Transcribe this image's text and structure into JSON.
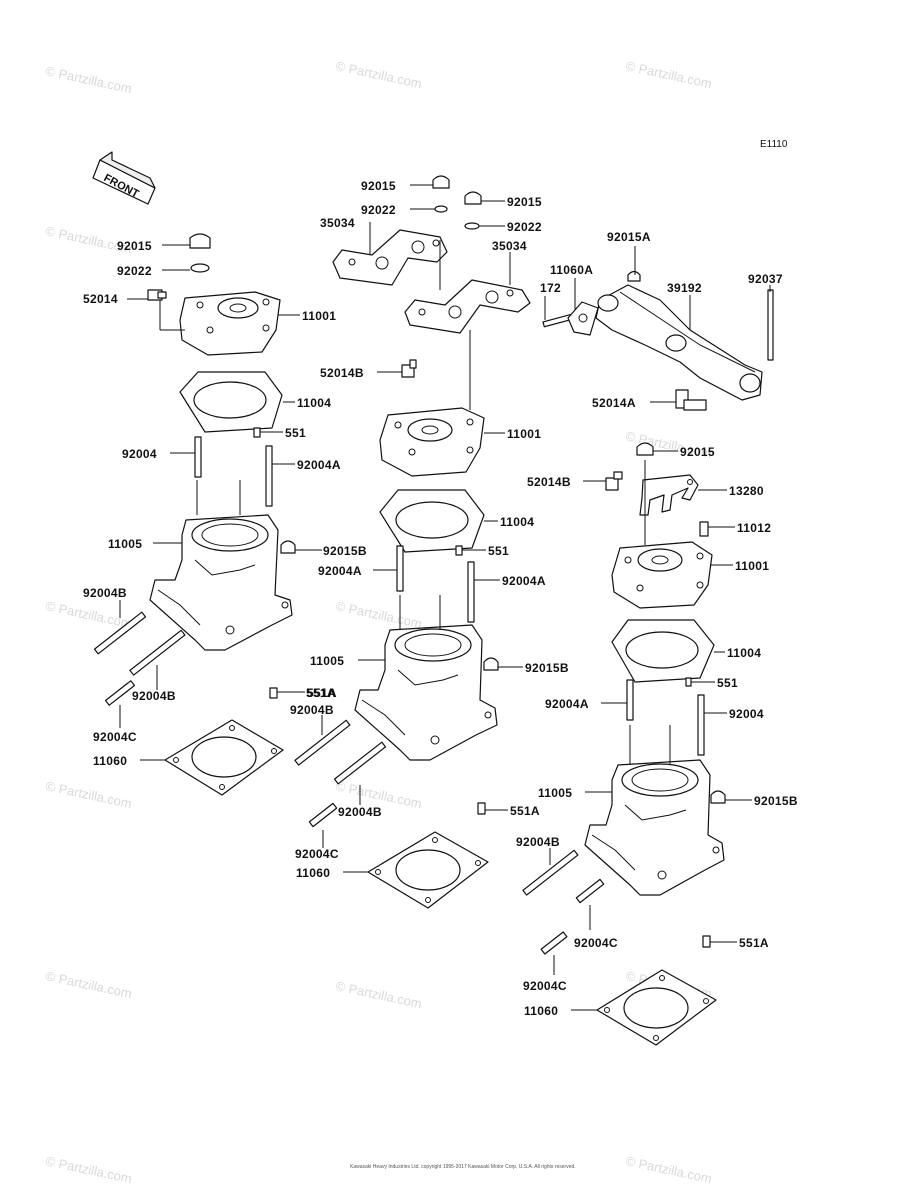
{
  "diagram_code": "E1110",
  "front_label": "FRONT",
  "watermark": "© Partzilla.com",
  "copyright_text": "Kawasaki Heavy Industries Ltd. copyright 1995-2017 Kawasaki Motor Corp. U.S.A. All rights reserved.",
  "labels": {
    "a_92015": "92015",
    "a_92022": "92022",
    "a_52014": "52014",
    "a_11001": "11001",
    "a_11004": "11004",
    "a_551": "551",
    "a_92004": "92004",
    "a_92004A": "92004A",
    "a_11005": "11005",
    "a_92015B": "92015B",
    "a_92004B_1": "92004B",
    "a_92004B_2": "92004B",
    "a_92004C": "92004C",
    "a_551A": "551A",
    "a_11060": "11060",
    "b_92015_l": "92015",
    "b_92015_r": "92015",
    "b_92022_l": "92022",
    "b_92022_r": "92022",
    "b_35034_l": "35034",
    "b_35034_r": "35034",
    "b_52014B": "52014B",
    "b_11001": "11001",
    "b_11004": "11004",
    "b_551": "551",
    "b_92004A_l": "92004A",
    "b_92004A_r": "92004A",
    "b_11005": "11005",
    "b_92015B": "92015B",
    "b_551A_1": "551A",
    "b_92004B_1": "92004B",
    "b_92004B_2": "92004B",
    "b_92004C": "92004C",
    "b_551A_2": "551A",
    "b_11060": "11060",
    "c_92015A": "92015A",
    "c_11060A": "11060A",
    "c_172": "172",
    "c_39192": "39192",
    "c_92037": "92037",
    "c_52014A": "52014A",
    "d_52014B": "52014B",
    "d_92015": "92015",
    "d_13280": "13280",
    "d_11012": "11012",
    "d_11001": "11001",
    "d_11004": "11004",
    "d_92004A": "92004A",
    "d_551": "551",
    "d_92004": "92004",
    "d_11005": "11005",
    "d_92015B": "92015B",
    "d_92004B": "92004B",
    "d_92004C_1": "92004C",
    "d_92004C_2": "92004C",
    "d_551A": "551A",
    "d_11060": "11060"
  }
}
